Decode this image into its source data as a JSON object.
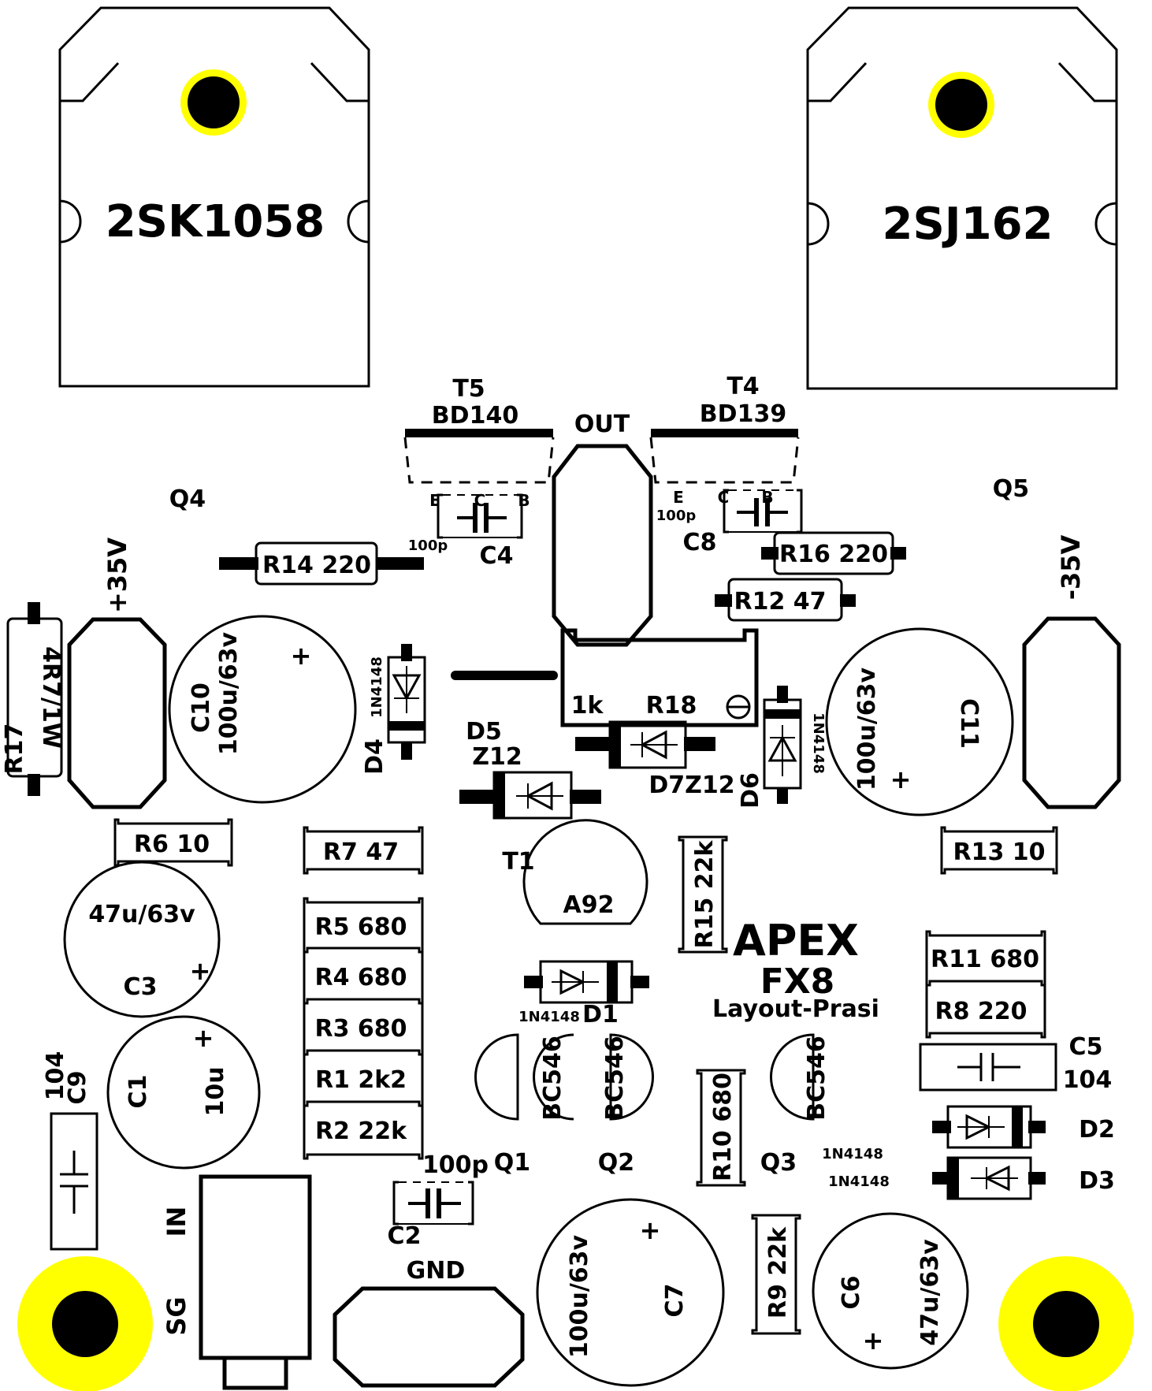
{
  "board": {
    "title": "APEX",
    "model": "FX8",
    "subtitle": "Layout-Prasi"
  },
  "colors": {
    "copper": "#000000",
    "pad_ring": "#ffff00",
    "background": "#ffffff"
  },
  "transistors": {
    "q4": {
      "label": "Q4",
      "part": "2SK1058"
    },
    "q5": {
      "label": "Q5",
      "part": "2SJ162"
    },
    "t5": {
      "label": "T5",
      "part": "BD140",
      "pins": [
        "E",
        "C",
        "B"
      ]
    },
    "t4": {
      "label": "T4",
      "part": "BD139",
      "pins": [
        "E",
        "C",
        "B"
      ]
    },
    "t1": {
      "label": "T1",
      "part": "A92"
    },
    "q1": {
      "label": "Q1",
      "part": "BC546"
    },
    "q2": {
      "label": "Q2",
      "part": "BC546"
    },
    "q3": {
      "label": "Q3",
      "part": "BC546"
    }
  },
  "connectors": {
    "out": "OUT",
    "plus35": "+35V",
    "minus35": "-35V",
    "gnd": "GND",
    "in": "IN",
    "sg": "SG"
  },
  "resistors": {
    "r14": "R14 220",
    "r16": "R16 220",
    "r12": "R12 47",
    "r17_name": "R17",
    "r17_val": "4R7/1W",
    "r6": "R6 10",
    "r7": "R7 47",
    "r13": "R13 10",
    "r5": "R5 680",
    "r4": "R4 680",
    "r3": "R3 680",
    "r1": "R1 2k2",
    "r2": "R2 22k",
    "r15": "R15 22k",
    "r11": "R11 680",
    "r8": "R8 220",
    "r10": "R10 680",
    "r9": "R9 22k",
    "r18_name": "R18",
    "r18_val": "1k"
  },
  "capacitors": {
    "c4_name": "C4",
    "c4_val": "100p",
    "c8_name": "C8",
    "c8_val": "100p",
    "c10_name": "C10",
    "c10_val": "100u/63v",
    "c11_name": "C11",
    "c11_val": "100u/63v",
    "c3_name": "C3",
    "c3_val": "47u/63v",
    "c1_name": "C1",
    "c1_val": "10u",
    "c9_name": "C9",
    "c9_val": "104",
    "c2_name": "C2",
    "c2_val": "100p",
    "c7_name": "C7",
    "c7_val": "100u/63v",
    "c6_name": "C6",
    "c6_val": "47u/63v",
    "c5_name": "C5",
    "c5_val": "104",
    "plus": "+"
  },
  "diodes": {
    "d4": "D4",
    "d4_part": "1N4148",
    "d5": "D5",
    "d5_part": "Z12",
    "d7": "D7Z12",
    "d6": "D6",
    "d6_part": "1N4148",
    "d1": "D1",
    "d1_part": "1N4148",
    "d2": "D2",
    "d2_part": "1N4148",
    "d3": "D3",
    "d3_part": "1N4148"
  }
}
